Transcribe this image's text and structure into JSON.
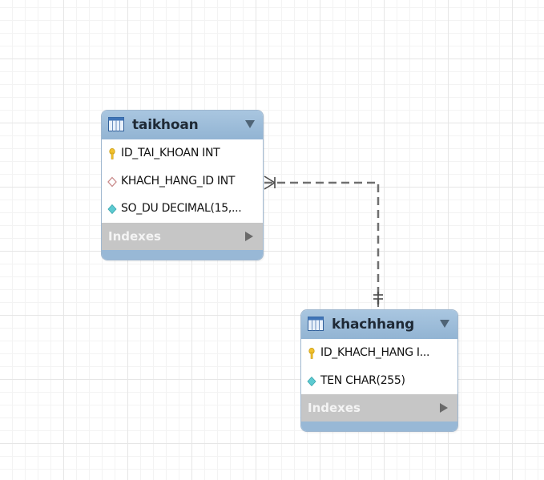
{
  "diagram": {
    "tables": [
      {
        "id": "taikhoan",
        "title": "taikhoan",
        "icon": "table-icon",
        "columns": [
          {
            "text": "ID_TAI_KHOAN INT",
            "icon": "primary-key-icon",
            "icon_color": "#f2c12e"
          },
          {
            "text": "KHACH_HANG_ID INT",
            "icon": "foreign-key-icon",
            "icon_color": "#c98a8a"
          },
          {
            "text": "SO_DU DECIMAL(15,...",
            "icon": "column-icon",
            "icon_color": "#5ccad1"
          }
        ],
        "indexes_label": "Indexes"
      },
      {
        "id": "khachhang",
        "title": "khachhang",
        "icon": "table-icon",
        "columns": [
          {
            "text": "ID_KHACH_HANG I...",
            "icon": "primary-key-icon",
            "icon_color": "#f2c12e"
          },
          {
            "text": "TEN CHAR(255)",
            "icon": "column-icon",
            "icon_color": "#5ccad1"
          }
        ],
        "indexes_label": "Indexes"
      }
    ],
    "relationship": {
      "from": "taikhoan",
      "to": "khachhang",
      "from_cardinality": "many",
      "to_cardinality": "one",
      "line_style": "dashed"
    },
    "colors": {
      "header": "#9cbcdb",
      "indexes_bar": "#c6c6c6",
      "footer": "#98b8d6",
      "relation_line": "#707070"
    }
  }
}
